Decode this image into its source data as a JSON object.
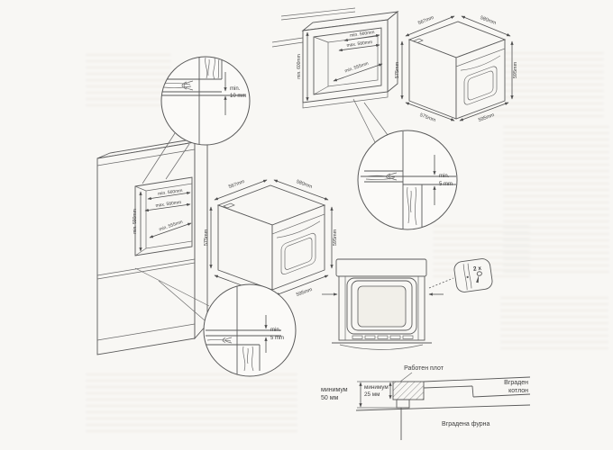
{
  "palette": {
    "ink": "#5a5a5a",
    "paper": "#f8f7f4"
  },
  "tall_cabinet": {
    "height": "min. 590mm",
    "width_min": "min. 560mm",
    "width_max": "max. 580mm",
    "depth": "min. 555mm"
  },
  "niche": {
    "height": "min. 600mm",
    "width_min": "min. 560mm",
    "width_max": "max. 580mm",
    "depth": "min. 555mm"
  },
  "oven_small": {
    "top_depth": "567mm",
    "top_width": "580mm",
    "left_height": "575mm",
    "right_height": "595mm",
    "bottom_depth": "575mm",
    "bottom_width": "595mm"
  },
  "oven_large": {
    "top_depth": "567mm",
    "top_width": "580mm",
    "left_height": "575mm",
    "right_height": "595mm",
    "bottom_depth": "575mm",
    "bottom_width": "595mm"
  },
  "detail_top_gap": {
    "line1": "min.",
    "line2": "10 mm"
  },
  "detail_mid_gap": {
    "line1": "min.",
    "line2": "5 mm"
  },
  "detail_bottom_gap": {
    "line1": "min.",
    "line2": "5 mm"
  },
  "screw_detail": {
    "count": "2 x"
  },
  "section": {
    "worktop": "Работен плот",
    "min50_line1": "минимум",
    "min50_line2": "50 мм",
    "min25_line1": "минимум",
    "min25_line2": "25 мм",
    "hob_line1": "Вграден",
    "hob_line2": "котлон",
    "oven": "Вградена фурна"
  }
}
